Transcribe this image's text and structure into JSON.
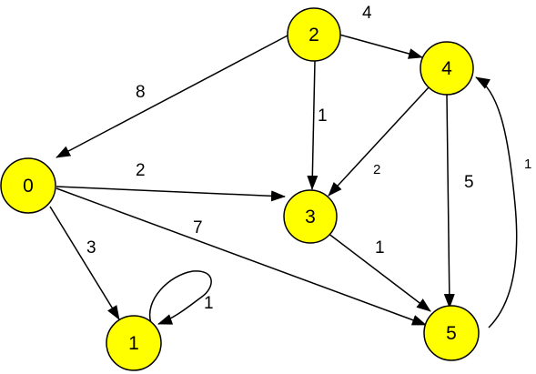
{
  "graph": {
    "nodes": [
      {
        "id": "0",
        "label": "0"
      },
      {
        "id": "1",
        "label": "1"
      },
      {
        "id": "2",
        "label": "2"
      },
      {
        "id": "3",
        "label": "3"
      },
      {
        "id": "4",
        "label": "4"
      },
      {
        "id": "5",
        "label": "5"
      }
    ],
    "edges": [
      {
        "from": "2",
        "to": "0",
        "weight": "8"
      },
      {
        "from": "2",
        "to": "4",
        "weight": "4"
      },
      {
        "from": "2",
        "to": "3",
        "weight": "1"
      },
      {
        "from": "0",
        "to": "3",
        "weight": "2"
      },
      {
        "from": "0",
        "to": "5",
        "weight": "7"
      },
      {
        "from": "0",
        "to": "1",
        "weight": "3"
      },
      {
        "from": "1",
        "to": "1",
        "weight": "1"
      },
      {
        "from": "4",
        "to": "3",
        "weight": "2"
      },
      {
        "from": "4",
        "to": "5",
        "weight": "5"
      },
      {
        "from": "3",
        "to": "5",
        "weight": "1"
      },
      {
        "from": "5",
        "to": "4",
        "weight": "1"
      }
    ],
    "colors": {
      "node_fill": "#ffff00",
      "node_stroke": "#000000",
      "edge": "#000000",
      "background": "#ffffff"
    }
  }
}
